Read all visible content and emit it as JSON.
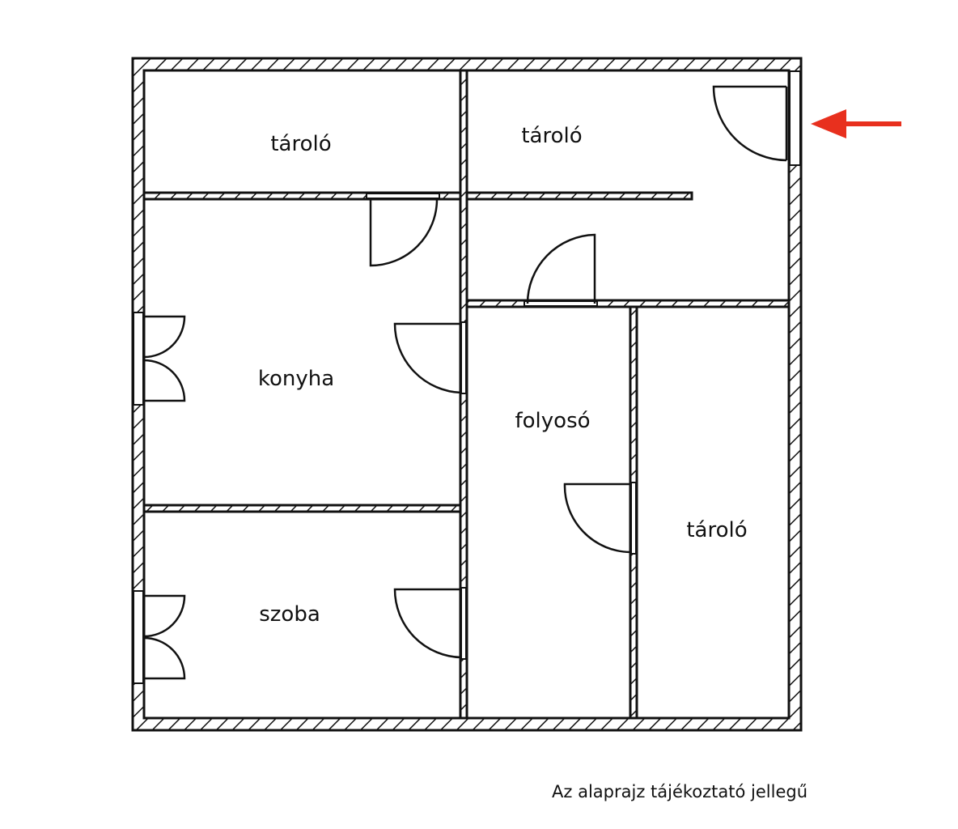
{
  "rooms": {
    "storage_top_left": "tároló",
    "storage_top_right": "tároló",
    "kitchen": "konyha",
    "corridor": "folyosó",
    "storage_right": "tároló",
    "room": "szoba"
  },
  "caption": "Az alaprajz tájékoztató jellegű",
  "colors": {
    "wall": "#111111",
    "arrow": "#e8301e"
  },
  "icons": {
    "entrance": "red-arrow-icon"
  }
}
